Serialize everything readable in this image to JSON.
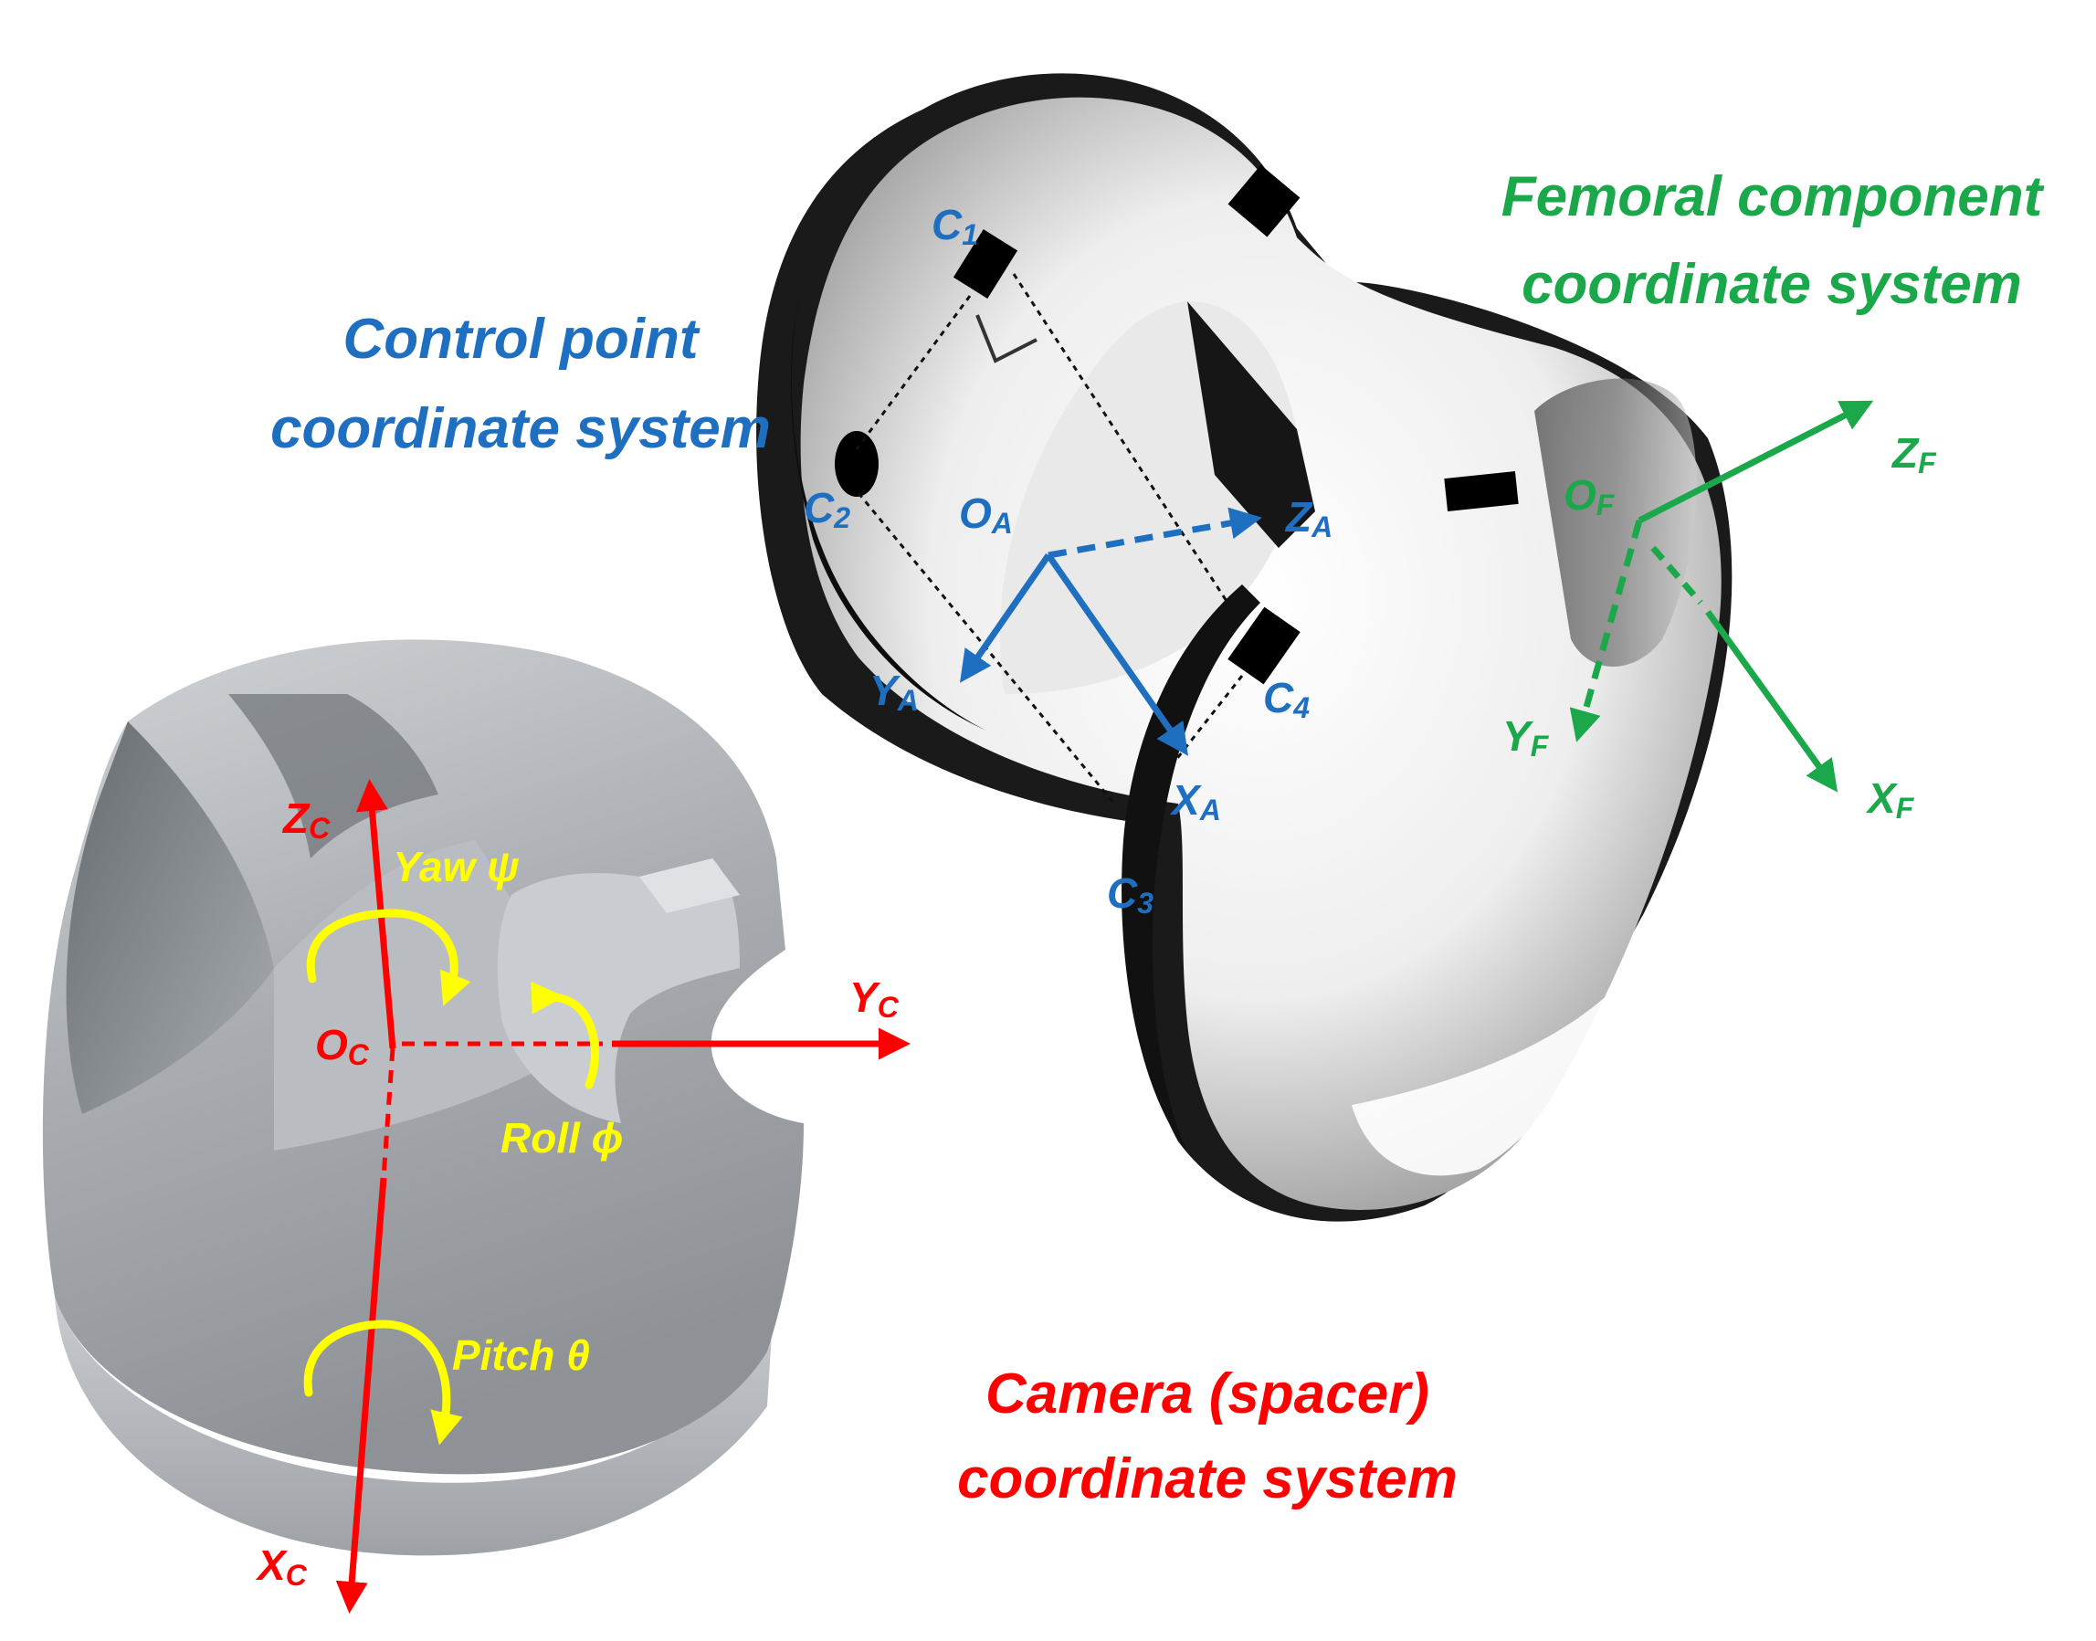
{
  "titles": {
    "control": [
      "Control point",
      "coordinate system"
    ],
    "femoral": [
      "Femoral component",
      "coordinate system"
    ],
    "camera": [
      "Camera (spacer)",
      "coordinate system"
    ]
  },
  "control_points": [
    {
      "main": "C",
      "sub": "1"
    },
    {
      "main": "C",
      "sub": "2"
    },
    {
      "main": "C",
      "sub": "3"
    },
    {
      "main": "C",
      "sub": "4"
    }
  ],
  "axes": {
    "control": {
      "origin": {
        "main": "O",
        "sub": "A"
      },
      "x": {
        "main": "X",
        "sub": "A"
      },
      "y": {
        "main": "Y",
        "sub": "A"
      },
      "z": {
        "main": "Z",
        "sub": "A"
      }
    },
    "femoral": {
      "origin": {
        "main": "O",
        "sub": "F"
      },
      "x": {
        "main": "X",
        "sub": "F"
      },
      "y": {
        "main": "Y",
        "sub": "F"
      },
      "z": {
        "main": "Z",
        "sub": "F"
      }
    },
    "camera": {
      "origin": {
        "main": "O",
        "sub": "C"
      },
      "x": {
        "main": "X",
        "sub": "C"
      },
      "y": {
        "main": "Y",
        "sub": "C"
      },
      "z": {
        "main": "Z",
        "sub": "C"
      }
    }
  },
  "rotations": {
    "yaw": "Yaw  ψ",
    "roll": "Roll  ϕ",
    "pitch": "Pitch θ"
  },
  "colors": {
    "control": "#1f6fc1",
    "femoral": "#1aa84a",
    "camera": "#ff0000",
    "rotation": "#ffff00"
  }
}
